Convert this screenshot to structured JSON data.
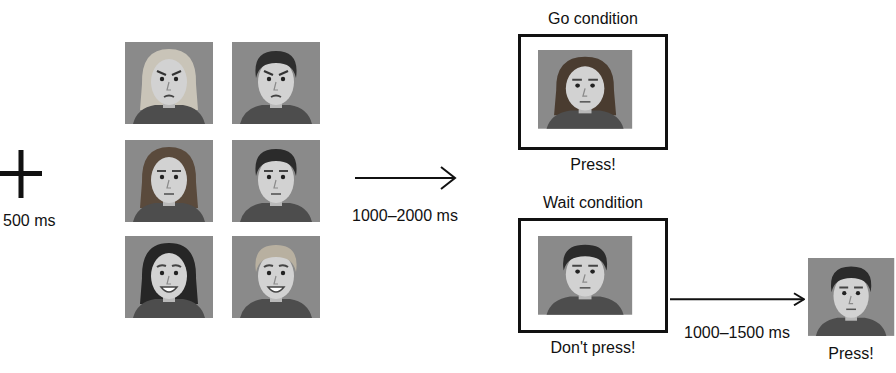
{
  "diagram": {
    "nodes": [
      {
        "text": [
          "Go condition",
          "Press!"
        ]
      },
      {
        "text": [
          "Wait condition",
          "Don't press!"
        ]
      },
      {
        "text": [
          "Press!"
        ]
      }
    ],
    "edges": [
      {
        "from": 1,
        "to": 2,
        "label": "1000–1500 ms",
        "arrow": "to"
      }
    ],
    "labels": [
      "500 ms",
      "1000–2000 ms"
    ]
  }
}
